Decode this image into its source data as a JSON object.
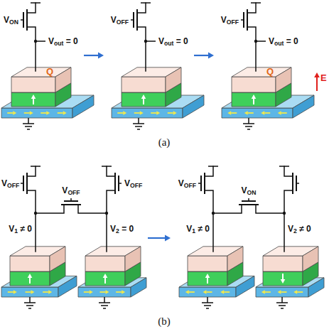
{
  "diagram": {
    "nodes": [
      {
        "text": [
          "Q"
        ]
      },
      {
        "text": [
          "Q"
        ]
      }
    ],
    "labels": [
      "VON",
      "Vout = 0",
      "VOFF",
      "Vout = 0",
      "VOFF",
      "Vout = 0",
      "E",
      "(a)",
      "VOFF",
      "VOFF",
      "VOFF",
      "V1 ≠ 0",
      "V2 = 0",
      "VOFF",
      "VON",
      "V1 ≠ 0",
      "V2 ≠ 0",
      "(b)"
    ]
  }
}
